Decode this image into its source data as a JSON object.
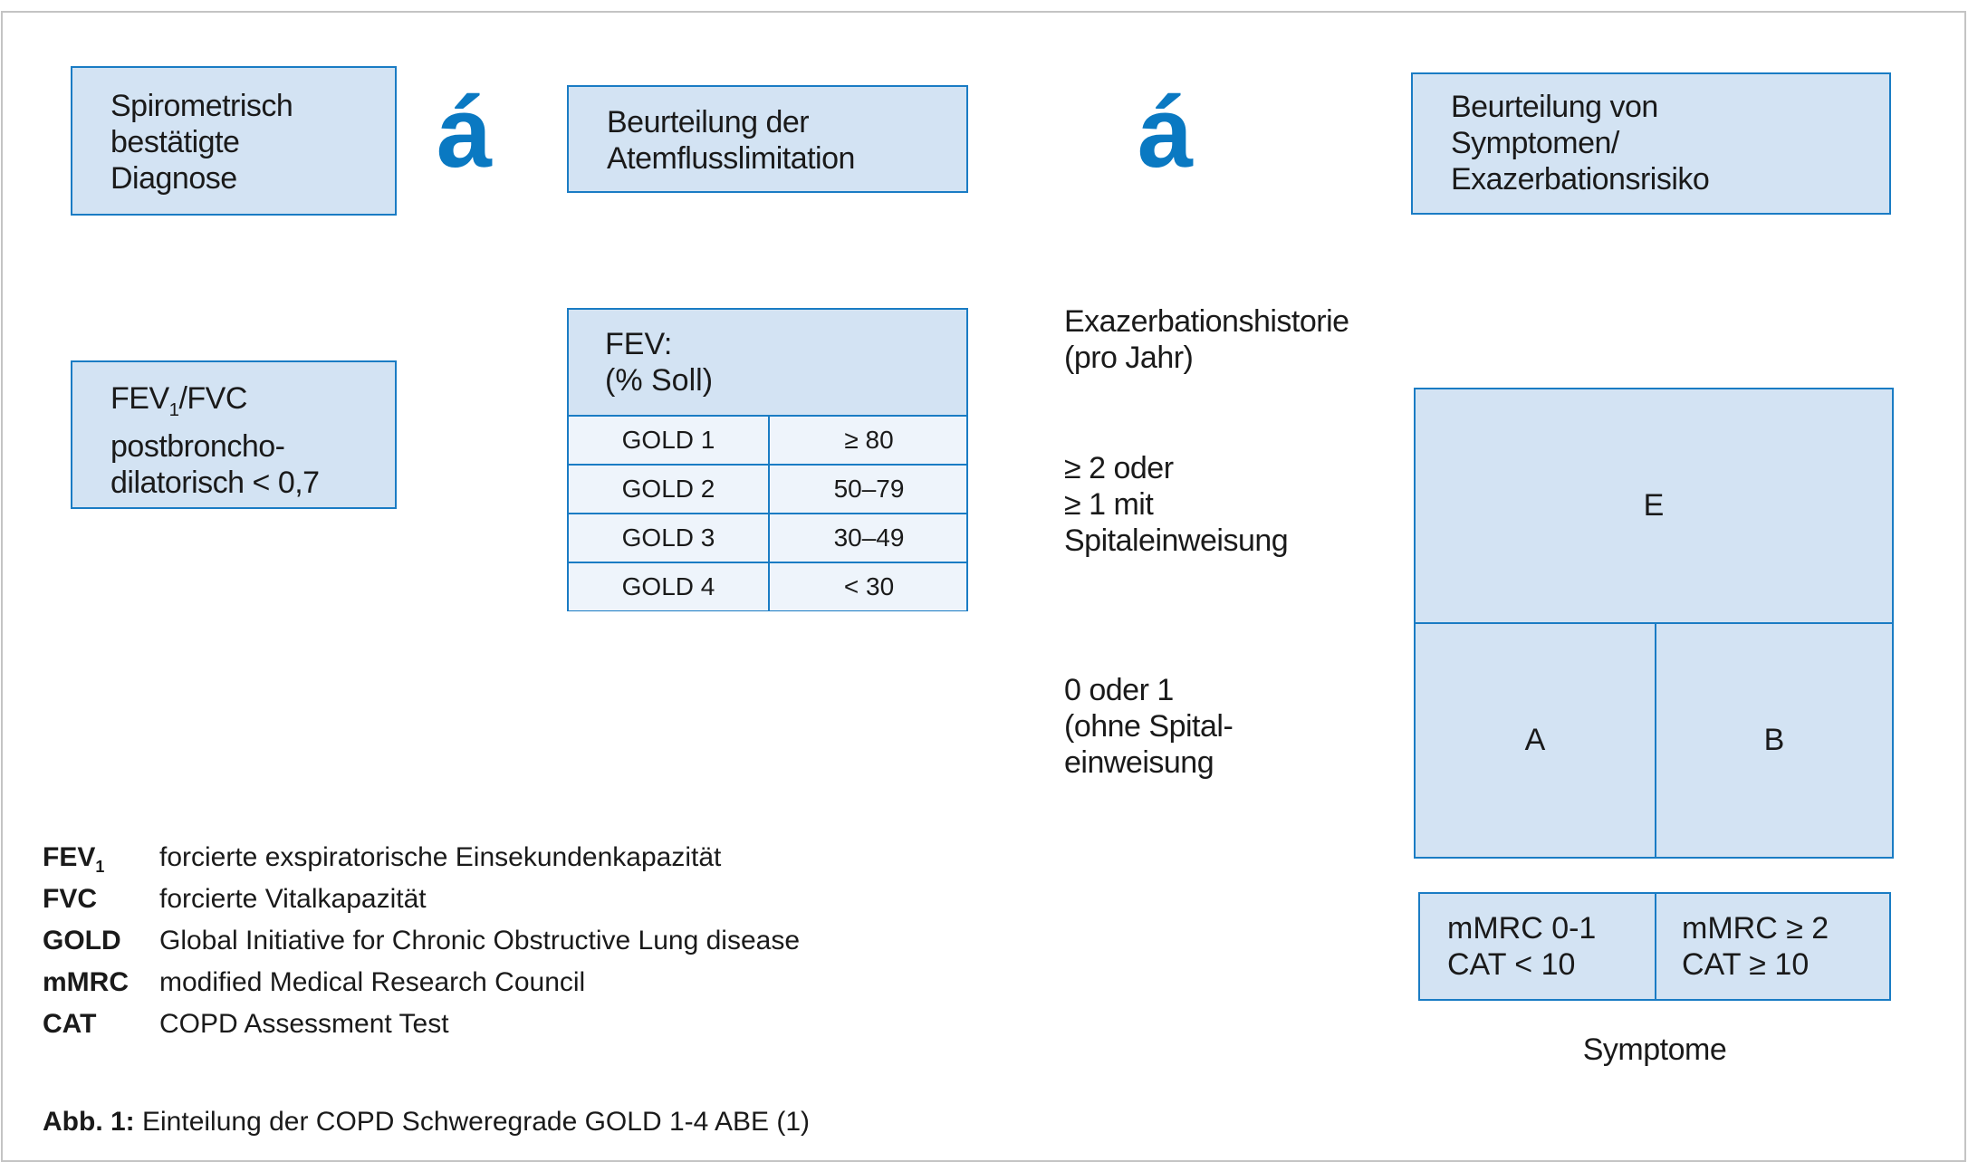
{
  "boxes": {
    "diagnosis": [
      "Spirometrisch",
      "bestätigte",
      "Diagnose"
    ],
    "airflow": [
      "Beurteilung der",
      "Atemflusslimitation"
    ],
    "symptoms_risk": [
      "Beurteilung von",
      "Symptomen/",
      "Exazerbationsrisiko"
    ],
    "ratio": {
      "fev": "FEV",
      "sub": "1",
      "rest": "/FVC",
      "line2": "postbroncho-",
      "line3": "dilatorisch < 0,7"
    }
  },
  "arrow_glyph": "á",
  "fev_table": {
    "header": [
      "FEV:",
      "(% Soll)"
    ],
    "rows": [
      {
        "grade": "GOLD 1",
        "range": "≥ 80"
      },
      {
        "grade": "GOLD 2",
        "range": "50–79"
      },
      {
        "grade": "GOLD 3",
        "range": "30–49"
      },
      {
        "grade": "GOLD 4",
        "range": "< 30"
      }
    ]
  },
  "exacerbation": {
    "title": [
      "Exazerbationshistorie",
      "(pro Jahr)"
    ],
    "high": [
      "≥ 2 oder",
      "≥ 1 mit",
      "Spitaleinweisung"
    ],
    "low": [
      "0 oder 1",
      "(ohne Spital-",
      "einweisung"
    ]
  },
  "groups": {
    "e": "E",
    "a": "A",
    "b": "B"
  },
  "symptom_cols": {
    "low": [
      "mMRC 0-1",
      "CAT < 10"
    ],
    "high": [
      "mMRC ≥ 2",
      "CAT ≥ 10"
    ],
    "label": "Symptome"
  },
  "legend": [
    {
      "abbr": "FEV",
      "sub": "1",
      "desc": "forcierte exspiratorische Einsekundenkapazität"
    },
    {
      "abbr": "FVC",
      "desc": "forcierte Vitalkapazität"
    },
    {
      "abbr": "GOLD",
      "desc": "Global Initiative for Chronic Obstructive Lung disease"
    },
    {
      "abbr": "mMRC",
      "desc": "modified Medical Research Council"
    },
    {
      "abbr": "CAT",
      "desc": "COPD Assessment Test"
    }
  ],
  "caption": {
    "label": "Abb. 1:",
    "text": " Einteilung der COPD Schweregrade GOLD 1-4 ABE (1)"
  },
  "colors": {
    "accent": "#1a7cc4",
    "fill": "#d3e3f3",
    "row_fill": "#eef4fb"
  }
}
